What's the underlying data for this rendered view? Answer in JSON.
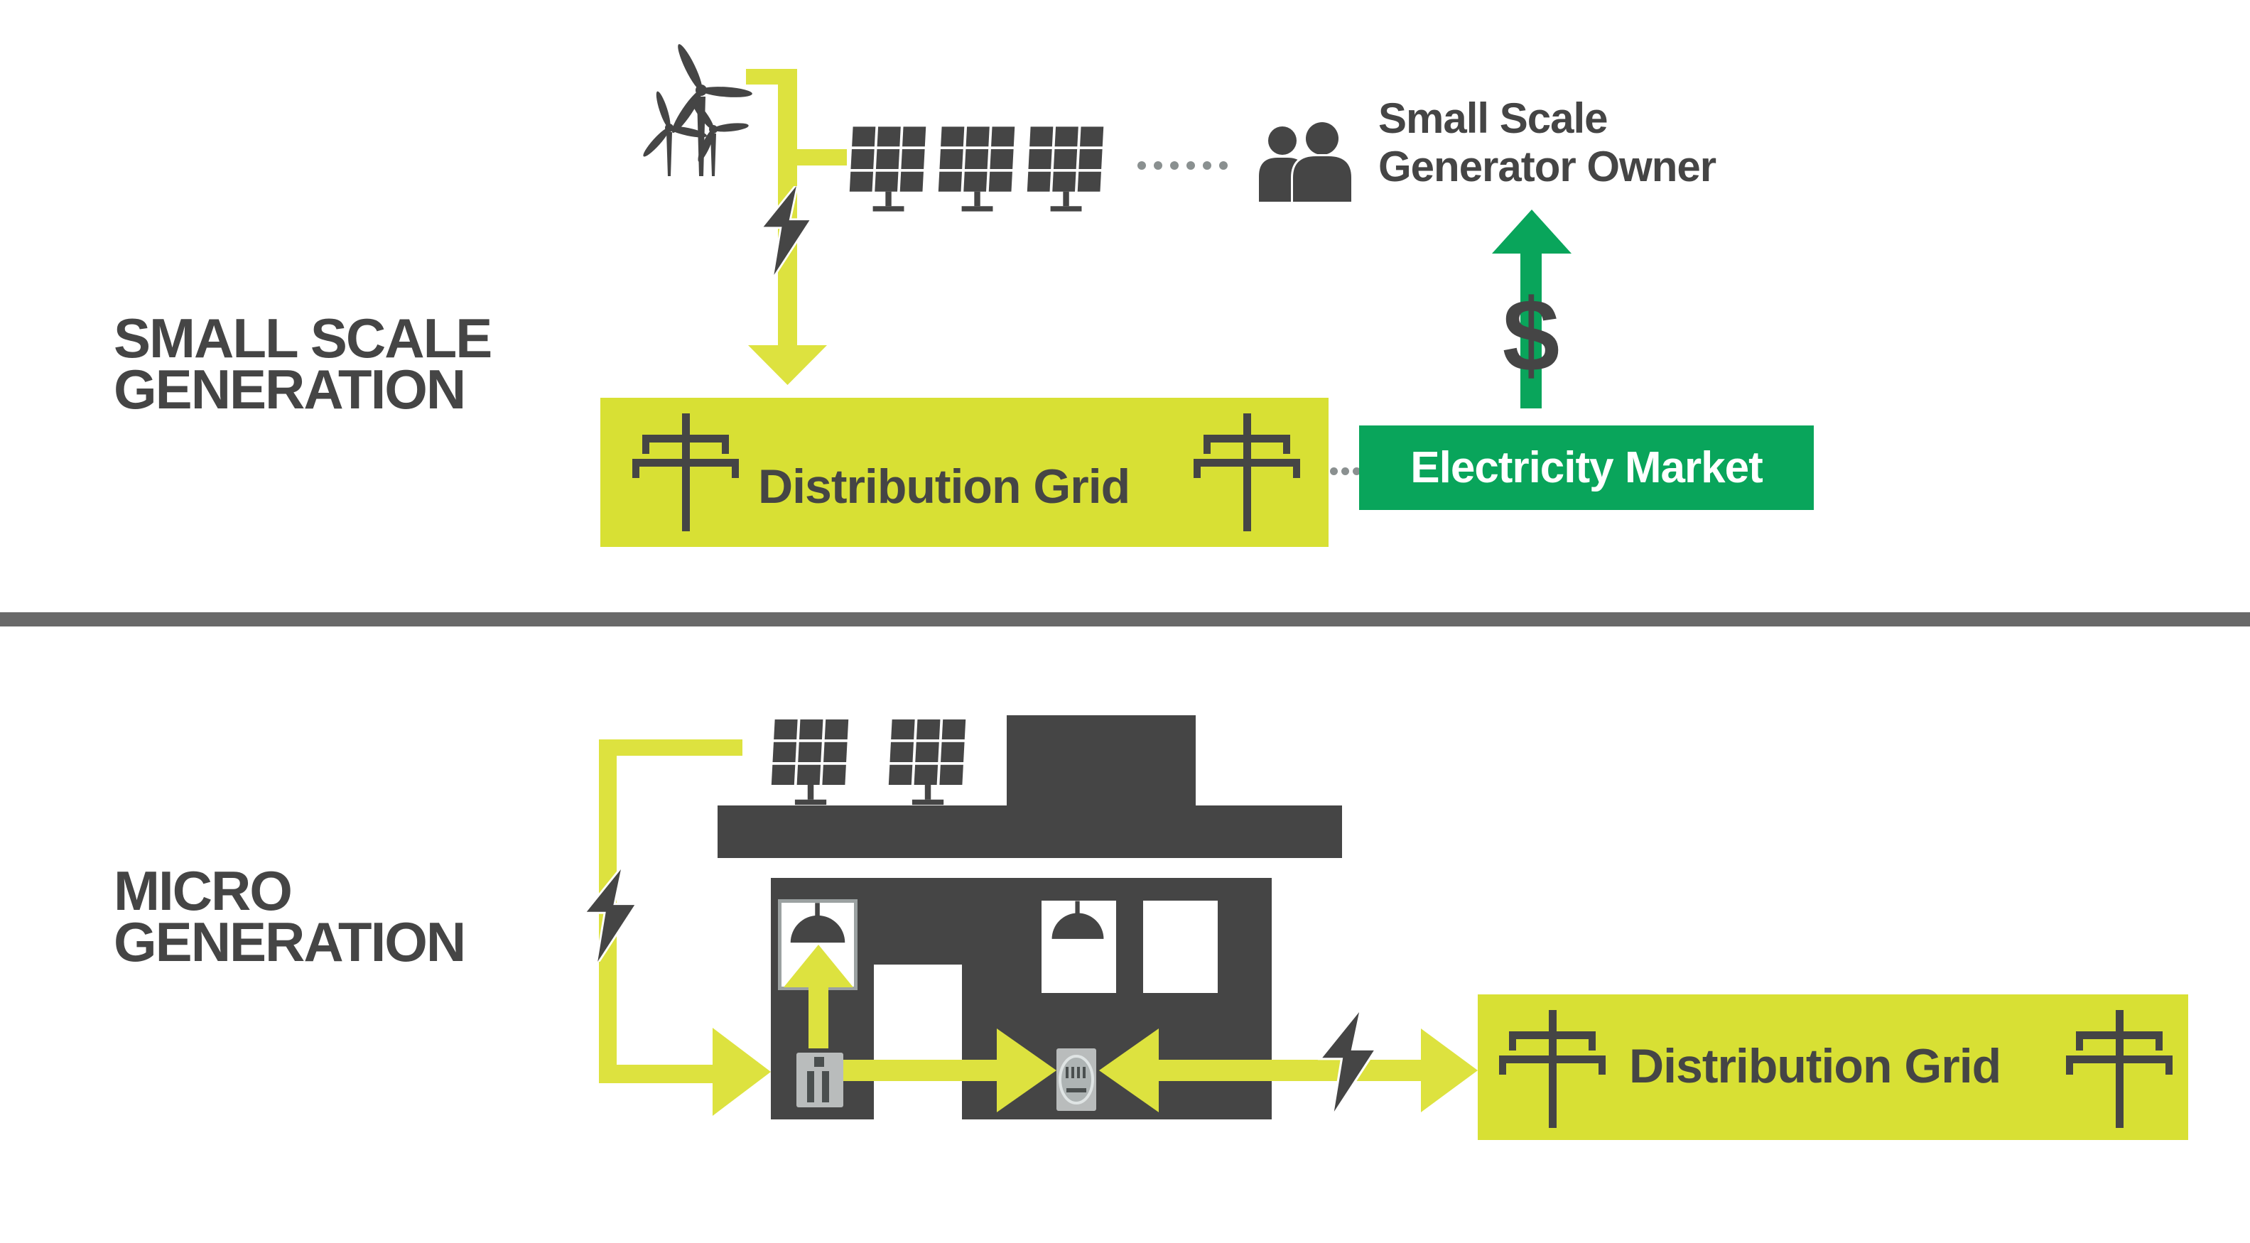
{
  "palette": {
    "dark_gray": "#454545",
    "yellow_green": "#d8e034",
    "arrow_yellow": "#dde23f",
    "green": "#09a55b",
    "divider_gray": "#696969",
    "dot_gray": "#8a9090",
    "device_gray": "#b9bcbc",
    "device_dark": "#4a4f4f",
    "white": "#ffffff"
  },
  "small_scale_section": {
    "title_line1": "SMALL SCALE",
    "title_line2": "GENERATION",
    "owner_label_line1": "Small Scale",
    "owner_label_line2": "Generator Owner",
    "money_symbol": "$",
    "grid_box_label": "Distribution Grid",
    "market_box_label": "Electricity Market",
    "icons": {
      "wind": "wind-turbines",
      "solar": "solar-panel-array",
      "owner": "two-people",
      "power_pole": "power-line-pole",
      "energy": "lightning-bolt",
      "flow_dots": "dotted-connector"
    }
  },
  "micro_section": {
    "title_line1": "MICRO",
    "title_line2": "GENERATION",
    "grid_box_label": "Distribution Grid",
    "icons": {
      "house": "house-with-rooftop-solar",
      "battery": "battery-storage-unit",
      "meter": "electricity-meter",
      "lamp": "pendant-lamp",
      "power_pole": "power-line-pole",
      "energy": "lightning-bolt"
    }
  }
}
